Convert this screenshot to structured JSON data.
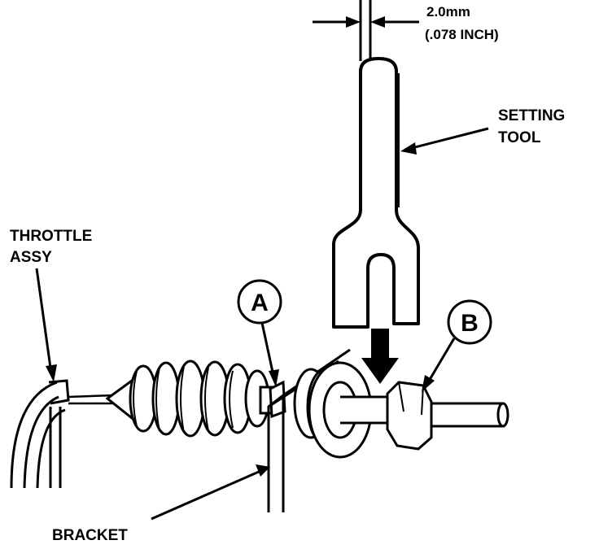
{
  "dimension": {
    "metric": "2.0mm",
    "imperial": "(.078 INCH)"
  },
  "labels": {
    "setting_tool_line1": "SETTING",
    "setting_tool_line2": "TOOL",
    "throttle_line1": "THROTTLE",
    "throttle_line2": "ASSY",
    "bracket": "BRACKET",
    "callout_a": "A",
    "callout_b": "B"
  },
  "colors": {
    "ink": "#000000",
    "paper": "#ffffff"
  }
}
